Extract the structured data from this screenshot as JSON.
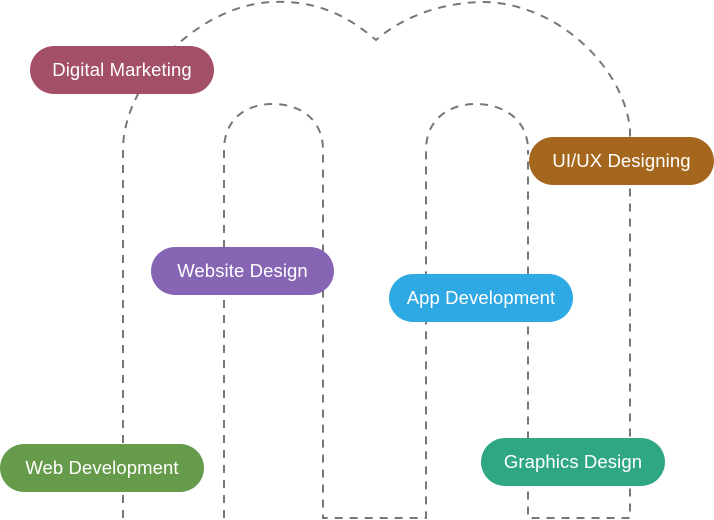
{
  "diagram": {
    "title": "",
    "line_color": "#777777",
    "services": [
      {
        "id": "digital-marketing",
        "label": "Digital Marketing",
        "color": "#a44f68"
      },
      {
        "id": "ui-ux-designing",
        "label": "UI/UX Designing",
        "color": "#a4671d"
      },
      {
        "id": "website-design",
        "label": "Website Design",
        "color": "#8765b5"
      },
      {
        "id": "app-development",
        "label": "App Development",
        "color": "#2ea9e3"
      },
      {
        "id": "web-development",
        "label": "Web Development",
        "color": "#659b4a"
      },
      {
        "id": "graphics-design",
        "label": "Graphics Design",
        "color": "#2fa784"
      }
    ]
  }
}
